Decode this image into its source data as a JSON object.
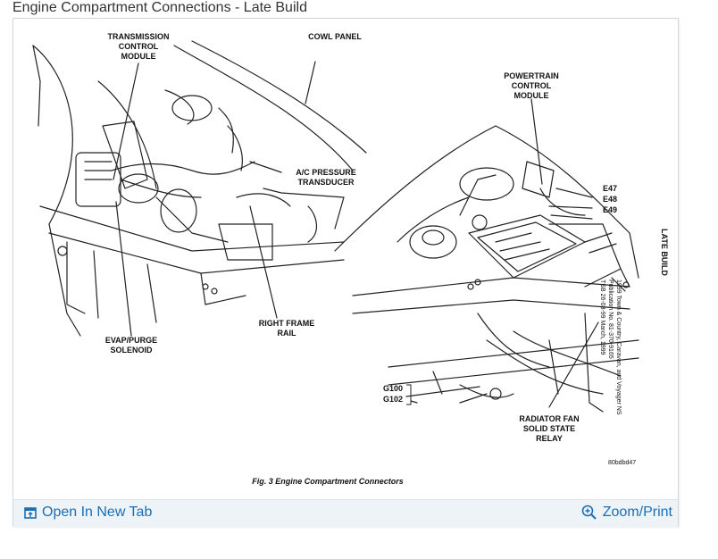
{
  "header": {
    "title": "Engine Compartment Connections - Late Build"
  },
  "diagram": {
    "callouts": {
      "tcm": [
        "TRANSMISSION",
        "CONTROL",
        "MODULE"
      ],
      "cowl": "COWL PANEL",
      "pcm": [
        "POWERTRAIN",
        "CONTROL",
        "MODULE"
      ],
      "ac": [
        "A/C PRESSURE",
        "TRANSDUCER"
      ],
      "e47": "E47",
      "e48": "E48",
      "e49": "E49",
      "right_frame": [
        "RIGHT FRAME",
        "RAIL"
      ],
      "evap": [
        "EVAP/PURGE",
        "SOLENOID"
      ],
      "g100": "G100",
      "g102": "G102",
      "radiator": [
        "RADIATOR FAN",
        "SOLID STATE",
        "RELAY"
      ]
    },
    "side_label": "LATE BUILD",
    "publication_note": [
      "1999 Town & Country, Caravan, and Voyager NS",
      "Publication No. 81-370-9165",
      "TSB 26-03-99      March, 1999"
    ],
    "image_code": "80bdbd47",
    "caption": "Fig. 3 Engine Compartment Connectors"
  },
  "toolbar": {
    "open_tab_label": "Open In New Tab",
    "zoom_label": "Zoom/Print",
    "link_color": "#1a6fb4"
  },
  "icons": {
    "open_tab": "open-in-new-tab-icon",
    "zoom": "magnifier-plus-icon"
  }
}
